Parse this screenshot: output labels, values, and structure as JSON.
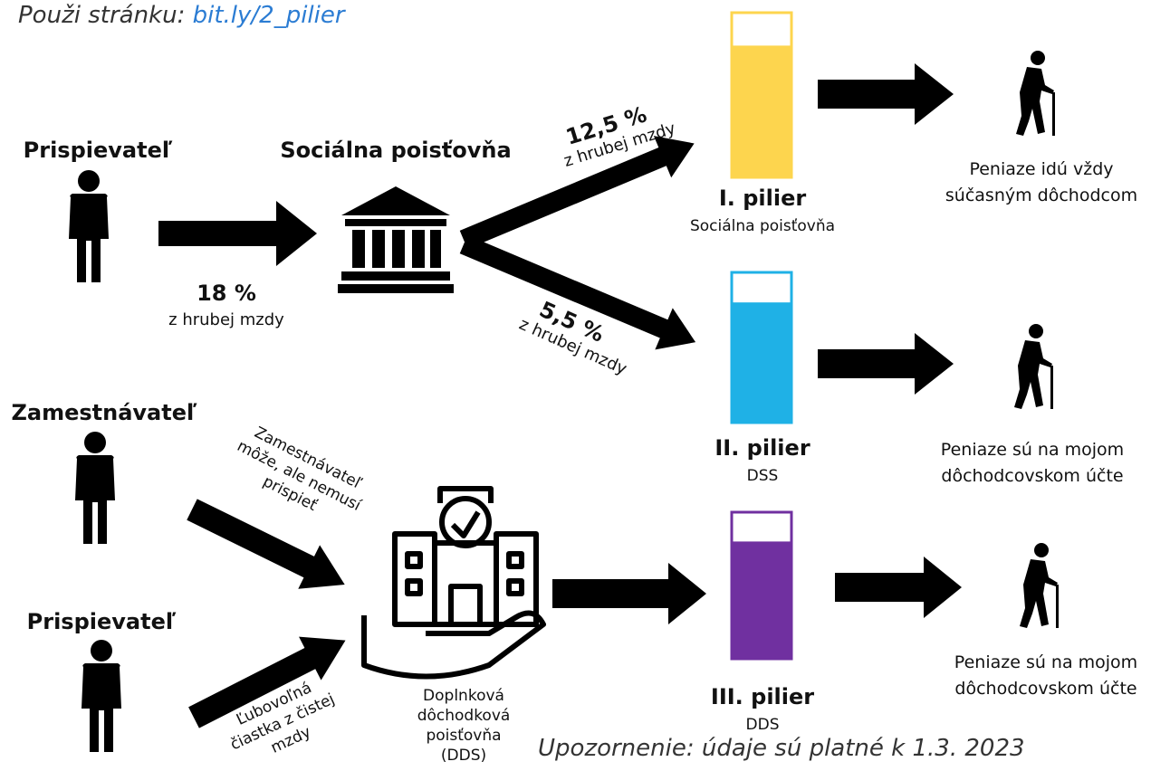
{
  "header": {
    "prefix": "Použi stránku: ",
    "link": "bit.ly/2_pilier"
  },
  "footer": {
    "notice": "Upozornenie: údaje sú platné k 1.3. 2023"
  },
  "actors": {
    "contributor_top": "Prispievateľ",
    "social_insurance": "Sociálna poisťovňa",
    "employer": "Zamestnávateľ",
    "contributor_bottom": "Prispievateľ"
  },
  "flows": {
    "main": {
      "percent": "18 %",
      "sub": "z hrubej mzdy"
    },
    "pillar1": {
      "percent": "12,5 %",
      "sub": "z hrubej mzdy"
    },
    "pillar2": {
      "percent": "5,5 %",
      "sub": "z hrubej mzdy"
    },
    "employer_note_lines": [
      "Zamestnávateľ",
      "môže, ale nemusí",
      "prispieť"
    ],
    "contributor_note_lines": [
      "Ľubovoľná",
      "čiastka z čistej",
      "mzdy"
    ]
  },
  "dds_company_lines": [
    "Doplnková",
    "dôchodková",
    "poisťovňa",
    "(DDS)"
  ],
  "pillars": [
    {
      "title": "I. pilier",
      "sub": "Sociálna poisťovňa",
      "color": "#fdd54e",
      "fill_fraction": 0.8,
      "result_lines": [
        "Peniaze idú vždy",
        "súčasným dôchodcom"
      ]
    },
    {
      "title": "II. pilier",
      "sub": "DSS",
      "color": "#1fb1e6",
      "fill_fraction": 0.8,
      "result_lines": [
        "Peniaze sú na mojom",
        "dôchodcovskom účte"
      ]
    },
    {
      "title": "III. pilier",
      "sub": "DDS",
      "color": "#7030a0",
      "fill_fraction": 0.8,
      "result_lines": [
        "Peniaze sú na mojom",
        "dôchodcovskom účte"
      ]
    }
  ],
  "icons": [
    "person-icon",
    "bank-icon",
    "pension-company-icon",
    "elderly-person-icon"
  ]
}
